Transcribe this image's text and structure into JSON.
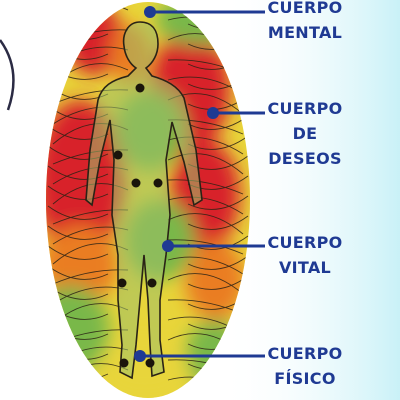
{
  "colors": {
    "label_text": "#1f3a93",
    "connector": "#1f3a93",
    "connector_dot": "#1f3a93",
    "aura_red": "#d8232a",
    "aura_orange": "#ea7d20",
    "aura_yellow": "#e8d53a",
    "aura_green": "#79b84a",
    "figure_line": "#2a2316",
    "chakra_dot": "#1a140b",
    "background_tint": "#c9f1f7"
  },
  "labels": [
    {
      "lines": [
        "CUERPO",
        "MENTAL"
      ]
    },
    {
      "lines": [
        "CUERPO",
        "DE",
        "DESEOS"
      ]
    },
    {
      "lines": [
        "CUERPO",
        "VITAL"
      ]
    },
    {
      "lines": [
        "CUERPO",
        "FÍSICO"
      ]
    }
  ]
}
